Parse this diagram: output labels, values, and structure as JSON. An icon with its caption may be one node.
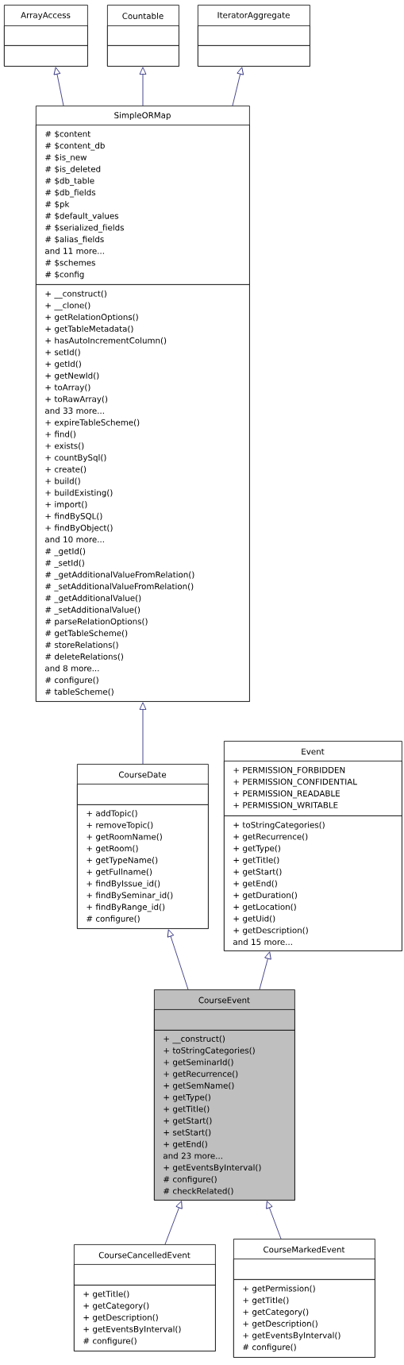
{
  "diagram": {
    "nodes": [
      {
        "text": [
          "ArrayAccess"
        ]
      },
      {
        "text": [],
        "shape": "box",
        "in": 0
      },
      {
        "text": [],
        "shape": "box",
        "in": 0
      },
      {
        "text": [
          "Countable"
        ]
      },
      {
        "text": [],
        "shape": "box",
        "in": 3
      },
      {
        "text": [],
        "shape": "box",
        "in": 3
      },
      {
        "text": [
          "IteratorAggregate"
        ]
      },
      {
        "text": [],
        "shape": "box",
        "in": 6
      },
      {
        "text": [],
        "shape": "box",
        "in": 6
      },
      {
        "text": [
          "SimpleORMap"
        ]
      },
      {
        "text": [
          "# $content",
          "# $content_db",
          "# $is_new",
          "# $is_deleted",
          "# $db_table",
          "# $db_fields",
          "# $pk",
          "# $default_values",
          "# $serialized_fields",
          "# $alias_fields",
          "and 11 more...",
          "# $schemes",
          "# $config"
        ],
        "in": 9
      },
      {
        "text": [
          "+ __construct()",
          "+ __clone()",
          "+ getRelationOptions()",
          "+ getTableMetadata()",
          "+ hasAutoIncrementColumn()",
          "+ setId()",
          "+ getId()",
          "+ getNewId()",
          "+ toArray()",
          "+ toRawArray()",
          "and 33 more...",
          "+ expireTableScheme()",
          "+ find()",
          "+ exists()",
          "+ countBySql()",
          "+ create()",
          "+ build()",
          "+ buildExisting()",
          "+ import()",
          "+ findBySQL()",
          "+ findByObject()",
          "and 10 more...",
          "# _getId()",
          "# _setId()",
          "# _getAdditionalValueFromRelation()",
          "# _setAdditionalValueFromRelation()",
          "# _getAdditionalValue()",
          "# _setAdditionalValue()",
          "# parseRelationOptions()",
          "# getTableScheme()",
          "# storeRelations()",
          "# deleteRelations()",
          "and 8 more...",
          "# configure()",
          "# tableScheme()"
        ],
        "in": 9
      },
      {
        "text": [
          "CourseDate"
        ]
      },
      {
        "text": [],
        "shape": "box",
        "in": 12
      },
      {
        "text": [
          "+ addTopic()",
          "+ removeTopic()",
          "+ getRoomName()",
          "+ getRoom()",
          "+ getTypeName()",
          "+ getFullname()",
          "+ findByIssue_id()",
          "+ findBySeminar_id()",
          "+ findByRange_id()",
          "# configure()"
        ],
        "in": 12
      },
      {
        "text": [
          "Event"
        ]
      },
      {
        "text": [
          "+ PERMISSION_FORBIDDEN",
          "+ PERMISSION_CONFIDENTIAL",
          "+ PERMISSION_READABLE",
          "+ PERMISSION_WRITABLE"
        ],
        "in": 15
      },
      {
        "text": [
          "+ toStringCategories()",
          "+ getRecurrence()",
          "+ getType()",
          "+ getTitle()",
          "+ getStart()",
          "+ getEnd()",
          "+ getDuration()",
          "+ getLocation()",
          "+ getUid()",
          "+ getDescription()",
          "and 15 more..."
        ],
        "in": 15
      },
      {
        "text": [
          "CourseEvent"
        ]
      },
      {
        "text": [],
        "shape": "box",
        "in": 18
      },
      {
        "text": [
          "+ __construct()",
          "+ toStringCategories()",
          "+ getSeminarId()",
          "+ getRecurrence()",
          "+ getSemName()",
          "+ getType()",
          "+ getTitle()",
          "+ getStart()",
          "+ setStart()",
          "+ getEnd()",
          "and 23 more...",
          "+ getEventsByInterval()",
          "# configure()",
          "# checkRelated()"
        ],
        "in": 18
      },
      {
        "text": [
          "CourseCancelledEvent"
        ]
      },
      {
        "text": [],
        "shape": "box",
        "in": 21
      },
      {
        "text": [
          "+ getTitle()",
          "+ getCategory()",
          "+ getDescription()",
          "+ getEventsByInterval()",
          "# configure()"
        ],
        "in": 21
      },
      {
        "text": [
          "CourseMarkedEvent"
        ]
      },
      {
        "text": [],
        "shape": "box",
        "in": 24
      },
      {
        "text": [
          "+ getPermission()",
          "+ getTitle()",
          "+ getCategory()",
          "+ getDescription()",
          "+ getEventsByInterval()",
          "# configure()"
        ],
        "in": 24
      }
    ],
    "edges": [
      {
        "from": 9,
        "to": 0,
        "arrow": "to"
      },
      {
        "from": 9,
        "to": 3,
        "arrow": "to"
      },
      {
        "from": 9,
        "to": 6,
        "arrow": "to"
      },
      {
        "from": 12,
        "to": 9,
        "arrow": "to"
      },
      {
        "from": 18,
        "to": 12,
        "arrow": "to"
      },
      {
        "from": 18,
        "to": 15,
        "arrow": "to"
      },
      {
        "from": 21,
        "to": 18,
        "arrow": "to"
      },
      {
        "from": 24,
        "to": 18,
        "arrow": "to"
      }
    ]
  }
}
